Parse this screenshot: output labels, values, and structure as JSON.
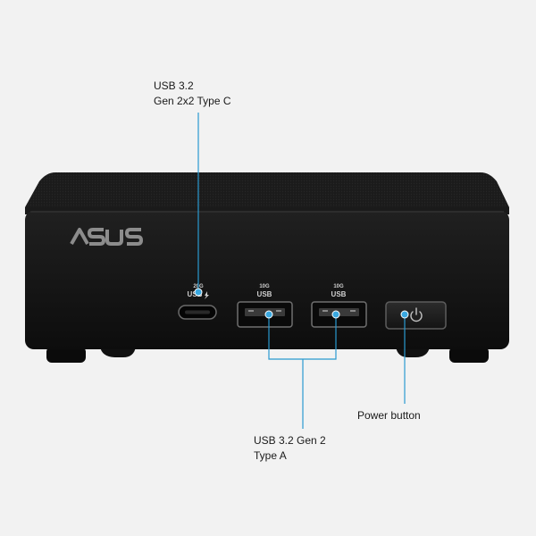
{
  "product": {
    "brand_logo": "ASUS",
    "port_markings": {
      "type_c_speed": "20G",
      "type_c_name": "USB",
      "type_a1_speed": "10G",
      "type_a1_name": "USB",
      "type_a2_speed": "10G",
      "type_a2_name": "USB"
    },
    "icons": {
      "power": "power-icon",
      "charging": "lightning-icon"
    }
  },
  "callouts": {
    "usb_c": {
      "line1": "USB 3.2",
      "line2": "Gen 2x2 Type C"
    },
    "usb_a": {
      "line1": "USB 3.2 Gen 2",
      "line2": "Type A"
    },
    "power": {
      "line1": "Power button"
    }
  },
  "colors": {
    "background": "#f2f2f2",
    "body": "#111111",
    "callout_line": "#2a9ad0",
    "callout_dot": "#3aa8e0"
  }
}
